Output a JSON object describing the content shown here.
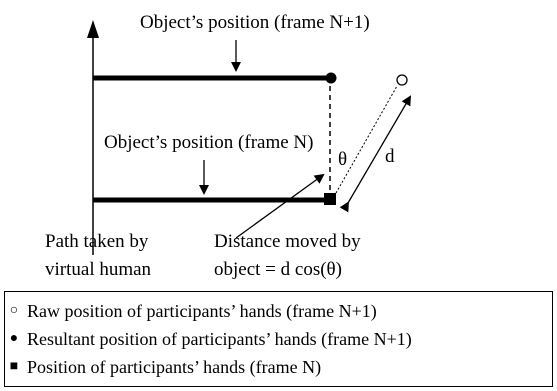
{
  "labels": {
    "position_next": "Object’s position (frame N+1)",
    "position_current": "Object’s position (frame N)",
    "theta": "θ",
    "distance": "d",
    "path_line1": "Path taken by",
    "path_line2": "virtual human",
    "moved_line1": "Distance moved by",
    "moved_line2": "object = d cos(θ)"
  },
  "legend": [
    {
      "symbol": "○",
      "icon": "hollow-circle-icon",
      "text": "Raw position of participants’ hands (frame N+1)"
    },
    {
      "symbol": "●",
      "icon": "filled-circle-icon",
      "text": "Resultant position of participants’ hands (frame N+1)"
    },
    {
      "symbol": "■",
      "icon": "filled-square-icon",
      "text": "Position of participants’ hands (frame N)"
    }
  ],
  "colors": {
    "ink": "#000000",
    "background": "#ffffff"
  }
}
